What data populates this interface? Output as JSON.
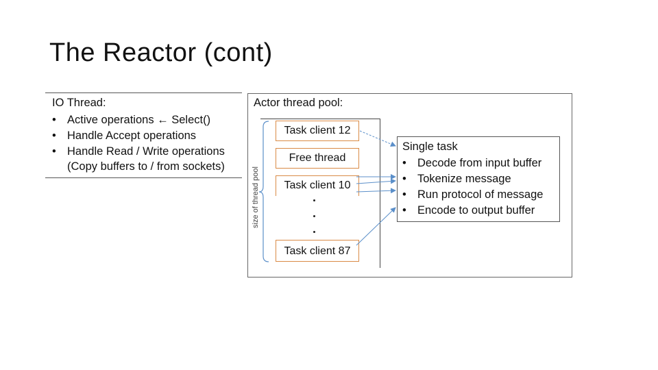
{
  "slide": {
    "title": "The Reactor (cont)"
  },
  "io_thread": {
    "heading": "IO Thread:",
    "bullet": "•",
    "items": [
      "Active operations ← Select()",
      "Handle Accept operations",
      "Handle Read / Write operations"
    ],
    "continuation": "(Copy buffers to / from sockets)"
  },
  "actor_pool": {
    "heading": "Actor thread pool:",
    "side_label": "size of thread pool",
    "tasks": [
      "Task client 12",
      "Free thread",
      "Task client 10",
      "Task client 87"
    ]
  },
  "single_task": {
    "heading": "Single task",
    "bullet": "•",
    "items": [
      "Decode from input buffer",
      "Tokenize message",
      "Run protocol of message",
      "Encode to output buffer"
    ]
  },
  "colors": {
    "task_border": "#d98a45",
    "arrow": "#5b8fc9"
  }
}
